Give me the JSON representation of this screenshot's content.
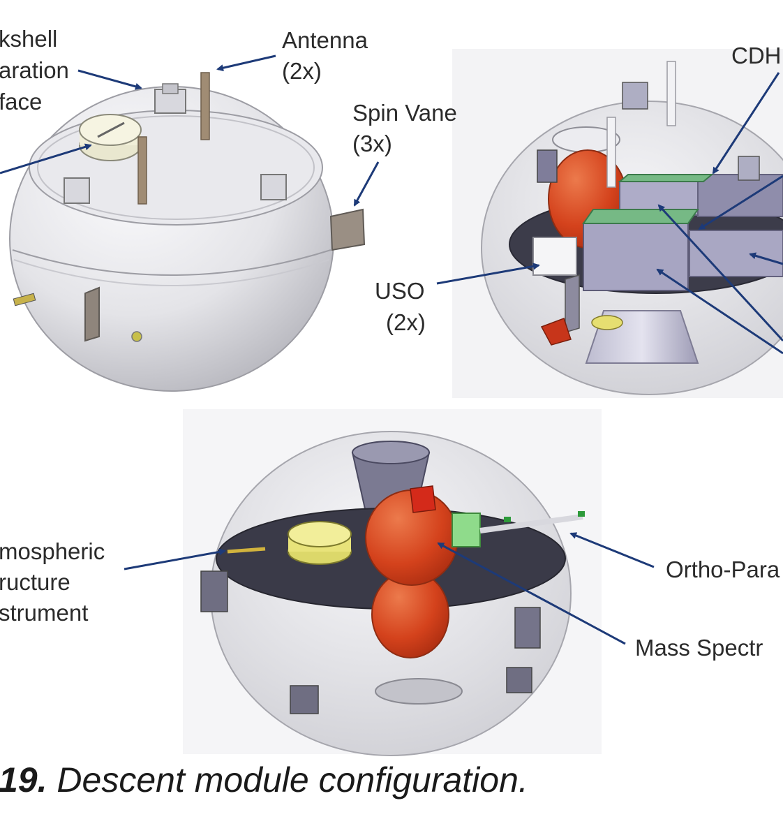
{
  "labels": {
    "backshell_1": "kshell",
    "backshell_2": "aration",
    "backshell_3": "face",
    "antenna_1": "Antenna",
    "antenna_2": "(2x)",
    "spin_vane_1": "Spin Vane",
    "spin_vane_2": "(3x)",
    "cdh": "CDH",
    "uso_1": "USO",
    "uso_2": "(2x)",
    "asi_1": "mospheric",
    "asi_2": "ructure",
    "asi_3": "strument",
    "ortho_para": "Ortho-Para",
    "mass_spec": "Mass Spectr"
  },
  "caption": {
    "number": "19.",
    "text": " Descent module configuration."
  },
  "colors": {
    "shell": "#e2e2e6",
    "shell_shadow": "#b9b9be",
    "arrow": "#1d3a78",
    "mass_spec_red": "#d4421c",
    "box_purple": "#9a98b8",
    "green_cells": "#5fae6e",
    "asi_yellow": "#efea8c"
  }
}
